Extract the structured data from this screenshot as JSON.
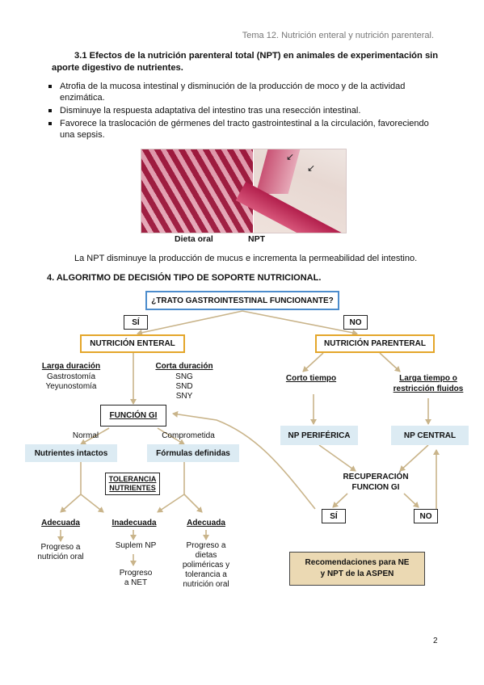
{
  "header": "Tema 12. Nutrición enteral y nutrición parenteral.",
  "section31": {
    "heading": "3.1 Efectos de la nutrición parenteral total (NPT) en animales de experimentación sin aporte digestivo de nutrientes.",
    "bullets": [
      "Atrofia de la mucosa intestinal y disminución de la producción de moco y de la actividad enzimática.",
      "Disminuye la respuesta adaptativa del intestino tras una resección intestinal.",
      "Favorece la traslocación de gérmenes del tracto gastrointestinal a la circulación, favoreciendo una sepsis."
    ],
    "image_labels": {
      "left": "Dieta oral",
      "right": "NPT"
    },
    "caption": "La NPT disminuye la producción de mucus e incrementa la permeabilidad del intestino."
  },
  "section4": {
    "heading": "4. ALGORITMO DE DECISIÓN TIPO DE SOPORTE NUTRICIONAL.",
    "question": "¿TRATO GASTROINTESTINAL FUNCIONANTE?",
    "yes": "SÍ",
    "no": "NO",
    "enteral": "NUTRICIÓN ENTERAL",
    "parenteral": "NUTRICIÓN PARENTERAL",
    "long_duration": {
      "title": "Larga duración",
      "items": [
        "Gastrostomía",
        "Yeyunostomía"
      ]
    },
    "short_duration": {
      "title": "Corta duración",
      "items": [
        "SNG",
        "SND",
        "SNY"
      ]
    },
    "gi_function": "FUNCIÓN GI",
    "normal": "Normal",
    "compromised": "Comprometida",
    "intact_nutrients": "Nutrientes intactos",
    "defined_formulas": "Fórmulas definidas",
    "tolerance_line1": "TOLERANCIA",
    "tolerance_line2": "NUTRIENTES",
    "adequate_left": "Adecuada",
    "inadequate": "Inadecuada",
    "adequate_right": "Adecuada",
    "progress_oral_1": "Progreso a",
    "progress_oral_2": "nutrición oral",
    "suplem_np": "Suplem NP",
    "progress_net_1": "Progreso",
    "progress_net_2": "a NET",
    "progress_diet": [
      "Progreso a",
      "dietas",
      "poliméricas y",
      "tolerancia a",
      "nutrición oral"
    ],
    "short_time": "Corto tiempo",
    "long_time_1": "Larga tiempo o",
    "long_time_2": "restricción fluidos",
    "np_peripheral": "NP PERIFÉRICA",
    "np_central": "NP CENTRAL",
    "recovery_1": "RECUPERACIÓN",
    "recovery_2": "FUNCION GI",
    "rec_yes": "SÍ",
    "rec_no": "NO",
    "aspen_1": "Recomendaciones para NE",
    "aspen_2": "y NPT de la ASPEN"
  },
  "page_number": "2",
  "colors": {
    "orange_border": "#e4a62a",
    "blue_border": "#4c8ccc",
    "light_blue_fill": "#dcebf3",
    "aspen_fill": "#ebd9b3",
    "arrow": "#c9b48a"
  }
}
